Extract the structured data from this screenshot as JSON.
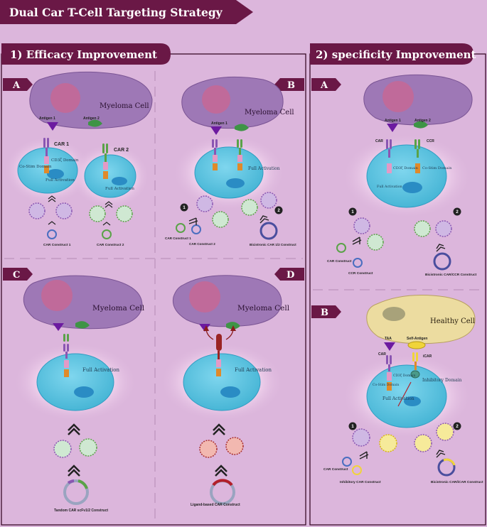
{
  "title": "Dual Car T-Cell Targeting Strategy",
  "colors": {
    "background": "#dcb6dc",
    "banner": "#6a1846",
    "myeloma_cell": "#9e78b6",
    "nucleus": "#c06a9a",
    "t_cell": "#5ec6e2",
    "t_cell_glow": "#eec9ea",
    "t_nucleus": "#2a8cc4",
    "healthy_cell": "#ecdca0",
    "car_purple": "#8a56b2",
    "car_green": "#5aa248",
    "car_pink": "#e49ac6",
    "car_orange": "#e08a2a",
    "car_yellow": "#f0d43a",
    "antigen_purple": "#6c1aa0",
    "antigen_green": "#3e9446",
    "ligand_red": "#9a2424"
  },
  "section1": {
    "title": "1) Efficacy Improvement",
    "panelA": {
      "letter": "A",
      "cell": "Myeloma Cell",
      "antigen1": "Antigen 1",
      "antigen2": "Antigen 2",
      "car1": "CAR 1",
      "car2": "CAR 2",
      "cd3": "CD3ζ Domain",
      "costim": "Co-Stim Domain",
      "full": "Full Activation",
      "full2": "Full Activation",
      "construct1": "CAR Construct 1",
      "construct2": "CAR Construct 2"
    },
    "panelB": {
      "letter": "B",
      "cell": "Myeloma Cell",
      "antigen1": "Antigen 1",
      "full": "Full Activation",
      "num1": "1",
      "num2": "2",
      "construct1": "CAR Construct 1",
      "construct2": "CAR Construct 2",
      "bicistronic": "Bicistronic CAR 1/2 Construct"
    },
    "panelC": {
      "letter": "C",
      "cell": "Myeloma Cell",
      "full": "Full Activation",
      "construct": "Tandom CAR scFv1/2 Construct"
    },
    "panelD": {
      "letter": "D",
      "cell": "Myeloma Cell",
      "full": "Full Activation",
      "construct": "Ligand-based CAR Construct"
    }
  },
  "section2": {
    "title": "2) specificity Improvement",
    "panelA": {
      "letter": "A",
      "antigen1": "Antigen 1",
      "antigen2": "Antigen 2",
      "car": "CAR",
      "ccr": "CCR",
      "cd3": "CD3ζ Domain",
      "costim": "Co-Stim Domain",
      "full": "Full Activation",
      "num1": "1",
      "num2": "2",
      "construct_car": "CAR Construct",
      "construct_ccr": "CCR Construct",
      "bicistronic": "Bicistronic CAR/CCR Construct"
    },
    "panelB": {
      "letter": "B",
      "cell": "Healthy Cell",
      "taa": "TAA",
      "self_antigen": "Self-Antigen",
      "car": "CAR",
      "icar": "iCAR",
      "cd3": "CD3ζ Domain",
      "costim": "Co-Stim Domain",
      "inhibitory": "Inhibitory Domain",
      "full": "Full Activation",
      "num1": "1",
      "num2": "2",
      "construct_car": "CAR Construct",
      "construct_icar": "Inhibitory CAR Construct",
      "bicistronic": "Bicistronic CAR/iCAR Construct"
    }
  }
}
